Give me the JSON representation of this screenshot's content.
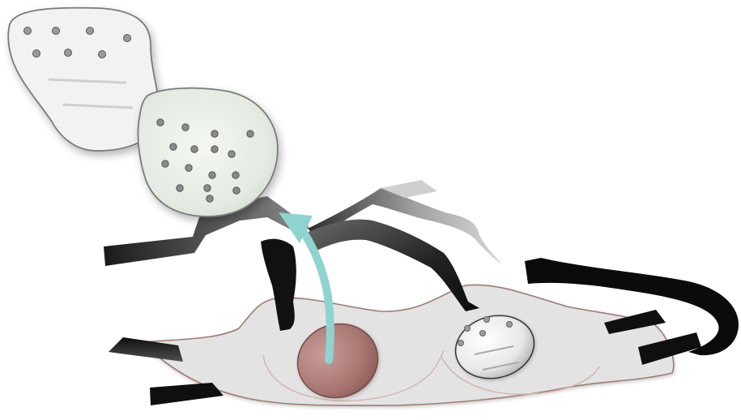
{
  "diagram": {
    "components": [
      {
        "name": "upper-plate",
        "dots": 7,
        "lines": 2
      },
      {
        "name": "middle-plate",
        "dots": 16
      },
      {
        "name": "base-membrane"
      },
      {
        "name": "left-pad"
      },
      {
        "name": "right-pad",
        "dots": 5,
        "lines": 2
      },
      {
        "name": "arrow"
      }
    ],
    "colors": {
      "membrane_fill": "#e3e3e3",
      "membrane_stroke": "#a07a72",
      "left_pad": "#b07a76",
      "arrow": "#8fd3d0",
      "band_dark": "#141414",
      "plate_fill": "#f2f2f2",
      "middle_plate_fill": "#e4ebe2",
      "dot_fill": "#8a8a8a"
    }
  }
}
